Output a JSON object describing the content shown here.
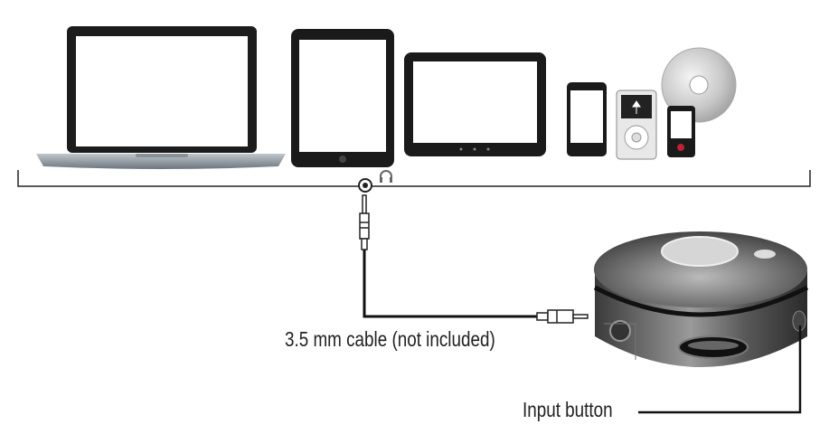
{
  "labels": {
    "cable": "3.5 mm cable (not included)",
    "input_button": "Input button"
  },
  "devices": [
    "laptop",
    "tablet-portrait",
    "tablet-landscape",
    "smartphone",
    "ipod",
    "cd",
    "mp3-player"
  ],
  "icons": [
    "headphone-icon",
    "audio-jack-icon"
  ]
}
